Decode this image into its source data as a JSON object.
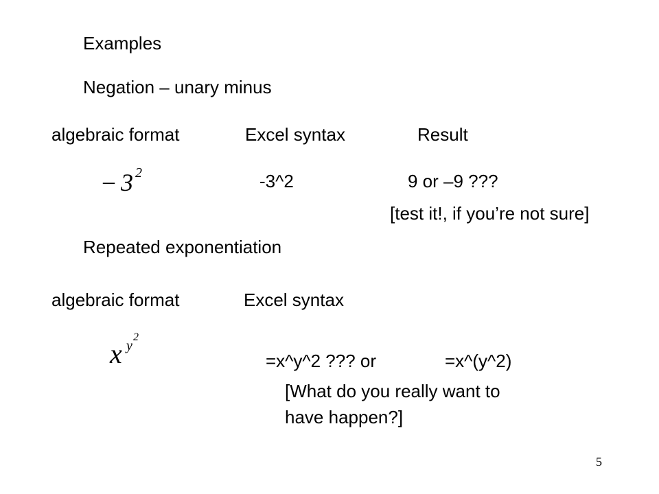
{
  "slide": {
    "heading": "Examples",
    "section1": {
      "title": "Negation – unary minus",
      "col_algebraic": "algebraic format",
      "col_excel": "Excel syntax",
      "col_result": "Result",
      "math_sign": "–",
      "math_base": "3",
      "math_exp": "2",
      "excel_expr": "-3^2",
      "result": "9  or –9  ???",
      "note": "[test it!, if you’re not sure]"
    },
    "section2": {
      "title": "Repeated exponentiation",
      "col_algebraic": "algebraic format",
      "col_excel": "Excel syntax",
      "math_base": "x",
      "math_exp1": "y",
      "math_exp2": "2",
      "excel_expr1": "=x^y^2  ???  or",
      "excel_expr2": "=x^(y^2)",
      "note_line1": "[What do you really want to",
      "note_line2": "have happen?]"
    },
    "page_number": "5"
  }
}
